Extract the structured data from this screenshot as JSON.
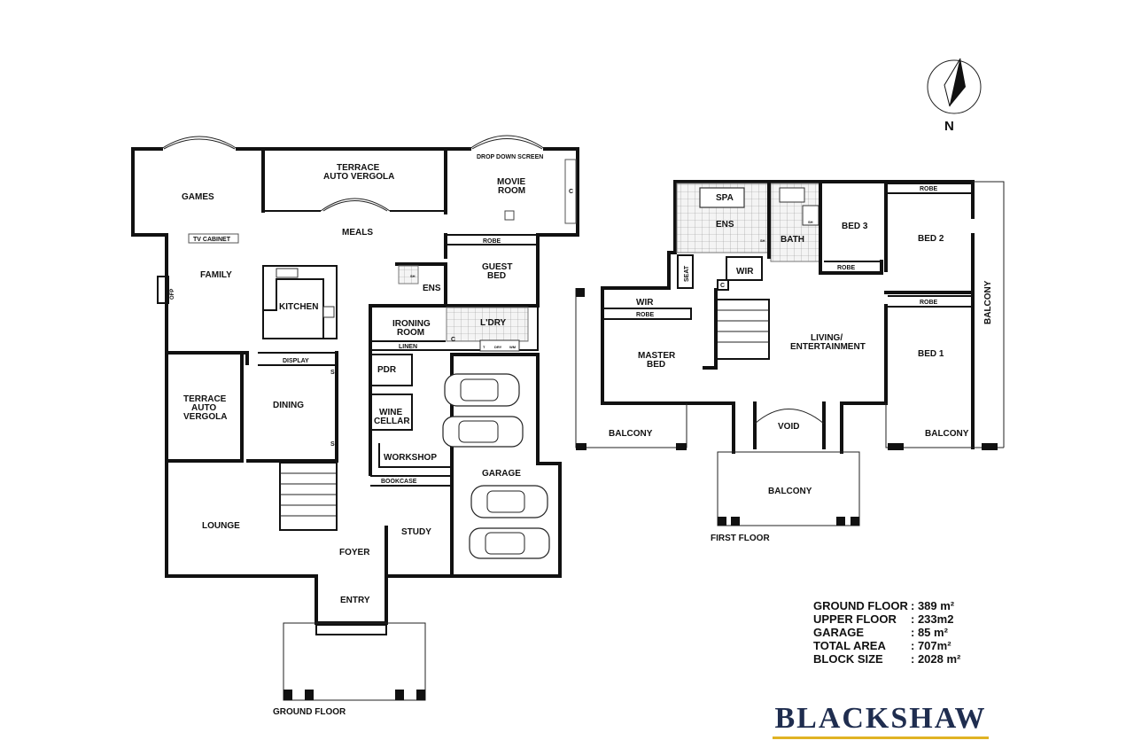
{
  "compass": {
    "letter": "N"
  },
  "ground_floor": {
    "title": "GROUND FLOOR",
    "rooms": {
      "games": "GAMES",
      "terrace_top_1": "TERRACE",
      "terrace_top_2": "AUTO VERGOLA",
      "drop_down_screen": "DROP DOWN SCREEN",
      "movie_room_1": "MOVIE",
      "movie_room_2": "ROOM",
      "c_movie": "C",
      "tv_cabinet": "TV CABINET",
      "meals": "MEALS",
      "robe": "ROBE",
      "family": "FAMILY",
      "ofp": "OFP",
      "guest_bed_1": "GUEST",
      "guest_bed_2": "BED",
      "ens": "ENS",
      "sh": "SH",
      "kitchen": "KITCHEN",
      "ironing_1": "IRONING",
      "ironing_2": "ROOM",
      "ldry": "L'DRY",
      "c_ldry": "C",
      "t": "T",
      "dry": "DRY",
      "wm": "WM",
      "linen": "LINEN",
      "display": "DISPLAY",
      "pdr": "PDR",
      "s1": "S",
      "s2": "S",
      "terrace_left_1": "TERRACE",
      "terrace_left_2": "AUTO",
      "terrace_left_3": "VERGOLA",
      "dining": "DINING",
      "wine_1": "WINE",
      "wine_2": "CELLAR",
      "workshop": "WORKSHOP",
      "bookcase": "BOOKCASE",
      "garage": "GARAGE",
      "lounge": "LOUNGE",
      "study": "STUDY",
      "foyer": "FOYER",
      "entry": "ENTRY"
    }
  },
  "first_floor": {
    "title": "FIRST FLOOR",
    "rooms": {
      "spa": "SPA",
      "ens": "ENS",
      "sh1": "SH",
      "bath": "BATH",
      "sh2": "SH",
      "bed3": "BED 3",
      "robe_bed3": "ROBE",
      "robe_top": "ROBE",
      "bed2": "BED 2",
      "seat": "SEAT",
      "wir_small": "WIR",
      "c": "C",
      "wir": "WIR",
      "robe_master": "ROBE",
      "robe_bed1": "ROBE",
      "living_1": "LIVING/",
      "living_2": "ENTERTAINMENT",
      "master_1": "MASTER",
      "master_2": "BED",
      "bed1": "BED 1",
      "balcony_right": "BALCONY",
      "void": "VOID",
      "balcony_left": "BALCONY",
      "balcony_right_bottom": "BALCONY",
      "balcony_centre": "BALCONY"
    }
  },
  "areas": [
    {
      "label": "GROUND FLOOR",
      "value": ": 389 m²"
    },
    {
      "label": "UPPER FLOOR",
      "value": " : 233m2"
    },
    {
      "label": "GARAGE",
      "value": "  : 85 m²"
    },
    {
      "label": "TOTAL AREA",
      "value": "  : 707m²"
    },
    {
      "label": "BLOCK SIZE",
      "value": " : 2028 m²"
    }
  ],
  "brand": {
    "name": "BLACKSHAW",
    "underline_color": "#e0b324",
    "text_color": "#1f2d4f"
  }
}
